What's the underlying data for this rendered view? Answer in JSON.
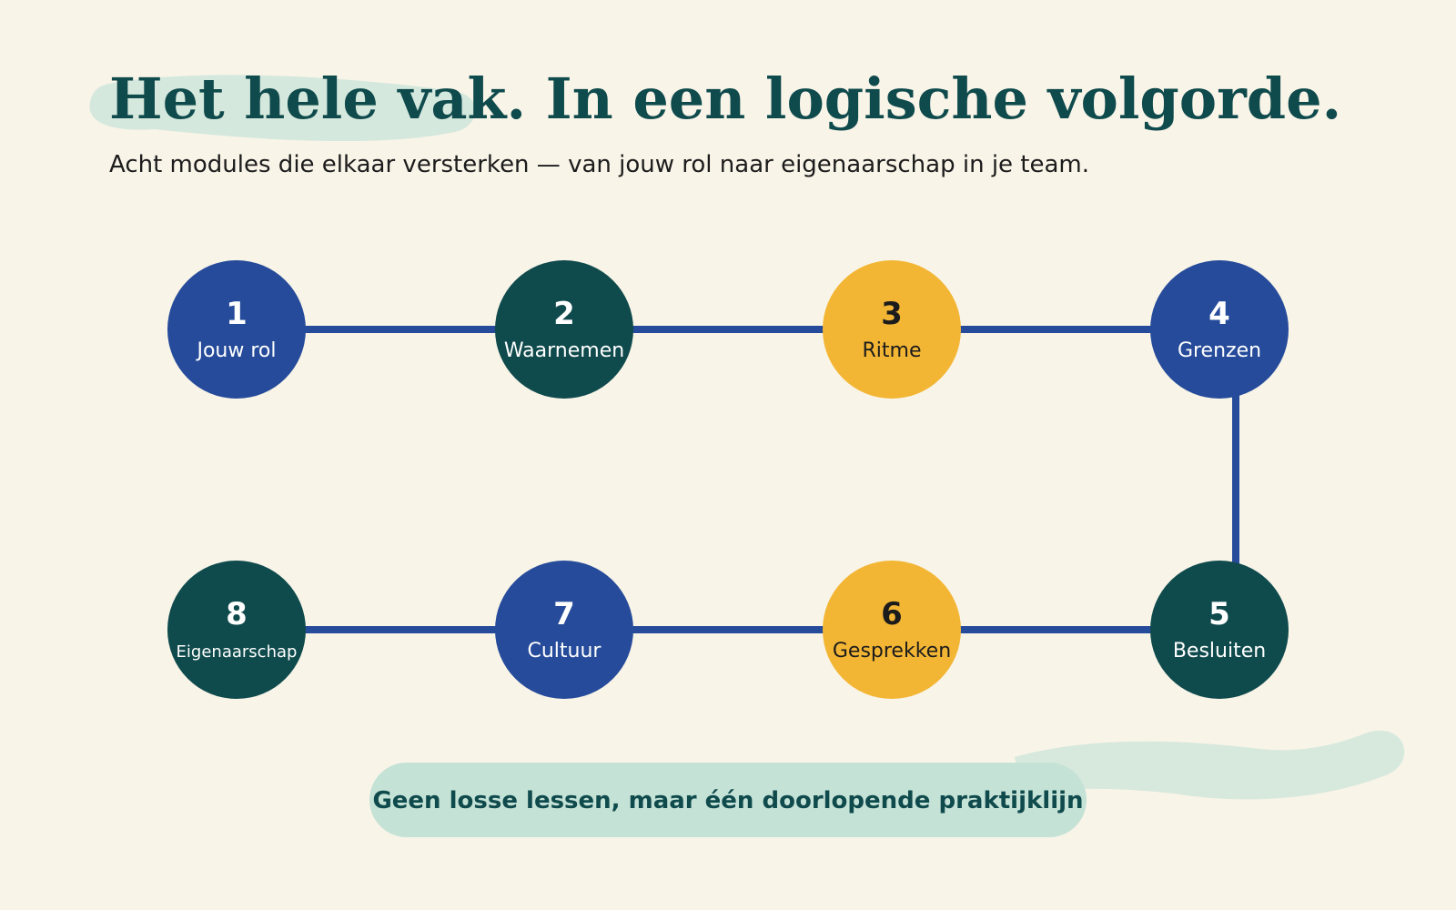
{
  "header": {
    "title": "Het hele vak. In een logische volgorde.",
    "subtitle": "Acht modules die elkaar versterken — van jouw rol naar eigenaarschap in je team."
  },
  "modules": [
    {
      "number": "1",
      "label": "Jouw rol",
      "color": "#264b9a",
      "text_color": "#ffffff"
    },
    {
      "number": "2",
      "label": "Waarnemen",
      "color": "#0f4a4c",
      "text_color": "#ffffff"
    },
    {
      "number": "3",
      "label": "Ritme",
      "color": "#f3b634",
      "text_color": "#1c1c1c"
    },
    {
      "number": "4",
      "label": "Grenzen",
      "color": "#264b9a",
      "text_color": "#ffffff"
    },
    {
      "number": "5",
      "label": "Besluiten",
      "color": "#0f4a4c",
      "text_color": "#ffffff"
    },
    {
      "number": "6",
      "label": "Gesprekken",
      "color": "#f3b634",
      "text_color": "#1c1c1c"
    },
    {
      "number": "7",
      "label": "Cultuur",
      "color": "#264b9a",
      "text_color": "#ffffff"
    },
    {
      "number": "8",
      "label": "Eigenaarschap",
      "color": "#0f4a4c",
      "text_color": "#ffffff"
    }
  ],
  "footer": {
    "tagline": "Geen losse lessen, maar één doorlopende praktijklijn"
  },
  "colors": {
    "background": "#f8f4e8",
    "connector": "#264b9a",
    "brush": "#d3e7dc",
    "pill": "#c5e2d7",
    "heading": "#0f4a4c"
  },
  "icons": [
    "brush-stroke-decoration"
  ]
}
